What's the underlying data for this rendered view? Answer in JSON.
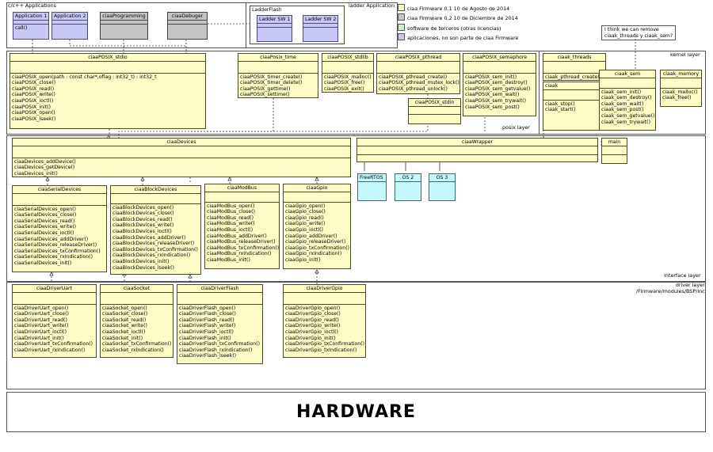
{
  "layers": {
    "apps": "c/c++ Applications",
    "ladder": "ladder Application",
    "kernel": "kernel layer",
    "posix": "posix layer",
    "interface": "interface layer",
    "driver": "driver layer\n/Firmware/modules/BSP/inc",
    "hardware": "HARDWARE"
  },
  "legend": [
    {
      "text": "ciaa Firmware 0.1 10 de Agosto de 2014",
      "color": "#fdfcc6"
    },
    {
      "text": "ciaa Firmware 0.2 10 de Diciembre de 2014",
      "color": "#c4c4c4"
    },
    {
      "text": "software de terceros (otras licencias)",
      "color": "#c6f8c6"
    },
    {
      "text": "aplicaciones, no son parte de ciaa Firmware",
      "color": "#c8c8f4"
    }
  ],
  "note": "I think we can remove\nciaak_threads y ciaak_sem?",
  "classes": {
    "app1": {
      "title": "Application 1",
      "ops": [
        "call()"
      ]
    },
    "app2": {
      "title": "Application 2",
      "ops": []
    },
    "ciaaProgramming": {
      "title": "ciaaProgramming",
      "ops": []
    },
    "ciaaDebuger": {
      "title": "ciaaDebuger",
      "ops": []
    },
    "ladderFlash": {
      "title": "LadderFlash"
    },
    "ladderSw1": {
      "title": "Ladder SW 1"
    },
    "ladderSw2": {
      "title": "Ladder SW 2"
    },
    "stdio": {
      "title": "ciaaPOSIX_stdio",
      "ops": [
        "ciaaPOSIX_open(path : const char*,oflag : int32_t) : int32_t",
        "ciaaPOSIX_close()",
        "ciaaPOSIX_read()",
        "ciaaPOSIX_write()",
        "ciaaPOSIX_ioctl()",
        "ciaaPOSIX_init()",
        "ciaaPOSIX_open()",
        "ciaaPOSIX_lseek()"
      ]
    },
    "time": {
      "title": "ciaaPosix_time",
      "ops": [
        "ciaaPOSIX_timer_create()",
        "ciaaPOSIX_timer_delete()",
        "ciaaPOSIX_gettime()",
        "ciaaPOSIX_settime()"
      ]
    },
    "stdlib": {
      "title": "ciaaPOSIX_stdlib",
      "ops": [
        "ciaaPOSIX_malloc()",
        "ciaaPOSIX_free()",
        "ciaaPOSIX_exit()"
      ]
    },
    "pthread": {
      "title": "ciaaPOSIX_pthread",
      "ops": [
        "ciaaPOSIX_pthread_create()",
        "ciaaPOSIX_pthread_mutex_lock()",
        "ciaaPOSIX_pthread_unlock()"
      ]
    },
    "semaphore": {
      "title": "ciaaPOSIX_semaphore",
      "ops": [
        "ciaaPOSIX_sem_init()",
        "ciaaPOSIX_sem_destroy()",
        "ciaaPOSIX_sem_getvalue()",
        "ciaaPOSIX_sem_wait()",
        "ciaaPOSIX_sem_trywait()",
        "ciaaPOSIX_sem_post()"
      ]
    },
    "stdin": {
      "title": "ciaaPOSIX_stdin",
      "ops": []
    },
    "threads": {
      "title": "ciaak_threads",
      "ops": [
        "ciaak_pthread_create()"
      ]
    },
    "ciaak": {
      "title": "ciaak",
      "ops": [
        "ciaak_stop()",
        "ciaak_start()"
      ]
    },
    "sem": {
      "title": "ciaak_sem",
      "ops": [
        "ciaak_sem_init()",
        "ciaak_sem_destroy()",
        "ciaak_sem_wait()",
        "ciaak_sem_post()",
        "ciaak_sem_getvalue()",
        "ciaak_sem_trywait()"
      ]
    },
    "memory": {
      "title": "ciaak_memory",
      "ops": [
        "ciaak_malloc()",
        "ciaak_free()"
      ]
    },
    "devices": {
      "title": "ciaaDevices",
      "ops": [
        "ciaaDevices_addDevice()",
        "ciaaDevices_getDevice()",
        "ciaaDevices_init()"
      ]
    },
    "wrapper": {
      "title": "ciaaWrapper",
      "ops": []
    },
    "main": {
      "title": "main",
      "ops": []
    },
    "freertos": {
      "title": "FreeRTOS"
    },
    "os2": {
      "title": "OS 2"
    },
    "os3": {
      "title": "OS 3"
    },
    "serial": {
      "title": "ciaaSerialDevices",
      "ops": [
        "ciaaSerialDevices_open()",
        "ciaaSerialDevices_close()",
        "ciaaSerialDevices_read()",
        "ciaaSerialDevices_write()",
        "ciaaSerialDevices_ioctl()",
        "ciaaSerialDevices_addDriver()",
        "ciaaSerialDevices_releaseDriver()",
        "ciaaSerialDevices_txConfirmation()",
        "ciaaSerialDevices_rxIndication()",
        "ciaaSerialDevices_init()"
      ]
    },
    "block": {
      "title": "ciaaBlockDevices",
      "ops": [
        "ciaaBlockDevices_open()",
        "ciaaBlockDevices_close()",
        "ciaaBlockDevices_read()",
        "ciaaBlockDevices_write()",
        "ciaaBlockDevices_ioctl()",
        "ciaaBlockDevices_addDriver()",
        "ciaaBlockDevices_releaseDriver()",
        "ciaaBlockDevices_txConfirmation()",
        "ciaaBlockDevices_rxIndication()",
        "ciaaBlockDevices_init()",
        "ciaaBlockDevices_lseek()"
      ]
    },
    "modbus": {
      "title": "ciaaModBus",
      "ops": [
        "ciaaModBus_open()",
        "ciaaModBus_close()",
        "ciaaModBus_read()",
        "ciaaModBus_write()",
        "ciaaModBus_ioctl()",
        "ciaaModBus_addDriver()",
        "ciaaModBus_releaseDriver()",
        "ciaaModBus_txConfirmation()",
        "ciaaModBus_rxIndication()",
        "ciaaModBus_init()"
      ]
    },
    "gpio": {
      "title": "ciaaGpio",
      "ops": [
        "ciaaGpio_open()",
        "ciaaGpio_close()",
        "ciaaGpio_read()",
        "ciaaGpio_write()",
        "ciaaGpio_ioctl()",
        "ciaaGpio_addDriver()",
        "ciaaGpio_releaseDriver()",
        "ciaaGpio_txConfirmation()",
        "ciaaGpio_rxIndication()",
        "ciaaGpio_init()"
      ]
    },
    "uart": {
      "title": "ciaaDriverUart",
      "ops": [
        "ciaaDriverUart_open()",
        "ciaaDriverUart_close()",
        "ciaaDriverUart_read()",
        "ciaaDriverUart_write()",
        "ciaaDriverUart_ioctl()",
        "ciaaDriverUart_init()",
        "ciaaDriverUart_txConfirmation()",
        "ciaaDriverUart_rxIndication()"
      ]
    },
    "socket": {
      "title": "ciaaSocket",
      "ops": [
        "ciaaSocket_open()",
        "ciaaSocket_close()",
        "ciaaSocket_read()",
        "ciaaSocket_write()",
        "ciaaSocket_ioctl()",
        "ciaaSocket_init()",
        "ciaaSocket_txConfirmation()",
        "ciaaSocket_rxIndication()"
      ]
    },
    "flash": {
      "title": "ciaaDriverFlash",
      "ops": [
        "ciaaDriverFlash_open()",
        "ciaaDriverFlash_close()",
        "ciaaDriverFlash_read()",
        "ciaaDriverFlash_write()",
        "ciaaDriverFlash_ioctl()",
        "ciaaDriverFlash_init()",
        "ciaaDriverFlash_txConfirmation()",
        "ciaaDriverFlash_rxIndication()",
        "ciaaDriverFlash_lseek()"
      ]
    },
    "dgpio": {
      "title": "ciaaDriverGpio",
      "ops": [
        "ciaaDriverGpio_open()",
        "ciaaDriverGpio_close()",
        "ciaaDriverGpio_read()",
        "ciaaDriverGpio_write()",
        "ciaaDriverGpio_ioctl()",
        "ciaaDriverGpio_init()",
        "ciaaDriverGpio_txConfirmation()",
        "ciaaDriverGpio_txIndication()"
      ]
    }
  }
}
